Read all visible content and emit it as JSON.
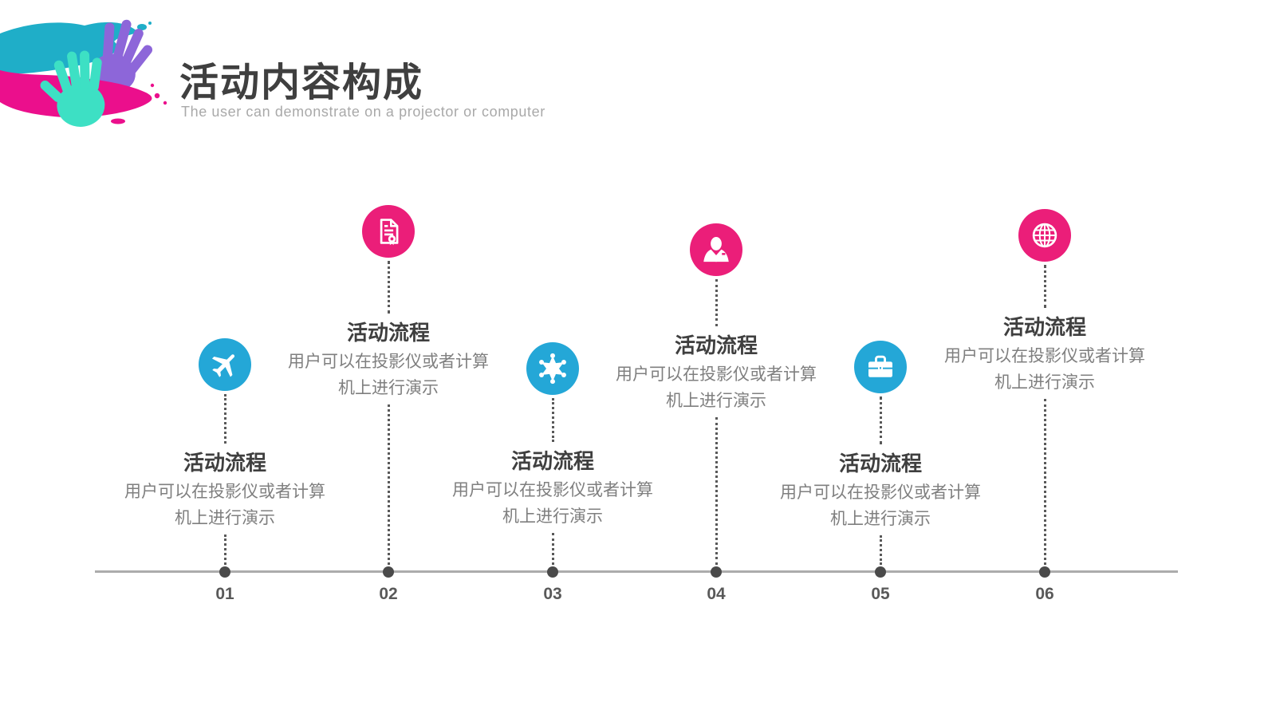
{
  "slide": {
    "title": "活动内容构成",
    "subtitle": "The user can demonstrate on a projector or computer"
  },
  "timeline": {
    "items": [
      {
        "number": "01",
        "icon": "airplane-icon",
        "accent": "blue",
        "heading": "活动流程",
        "desc_line1": "用户可以在投影仪或者计算",
        "desc_line2": "机上进行演示"
      },
      {
        "number": "02",
        "icon": "certificate-icon",
        "accent": "pink",
        "heading": "活动流程",
        "desc_line1": "用户可以在投影仪或者计算",
        "desc_line2": "机上进行演示"
      },
      {
        "number": "03",
        "icon": "sheriff-star-icon",
        "accent": "blue",
        "heading": "活动流程",
        "desc_line1": "用户可以在投影仪或者计算",
        "desc_line2": "机上进行演示"
      },
      {
        "number": "04",
        "icon": "businessman-icon",
        "accent": "pink",
        "heading": "活动流程",
        "desc_line1": "用户可以在投影仪或者计算",
        "desc_line2": "机上进行演示"
      },
      {
        "number": "05",
        "icon": "briefcase-icon",
        "accent": "blue",
        "heading": "活动流程",
        "desc_line1": "用户可以在投影仪或者计算",
        "desc_line2": "机上进行演示"
      },
      {
        "number": "06",
        "icon": "globe-icon",
        "accent": "pink",
        "heading": "活动流程",
        "desc_line1": "用户可以在投影仪或者计算",
        "desc_line2": "机上进行演示"
      }
    ]
  },
  "colors": {
    "accent_blue": "#24a7d7",
    "accent_pink": "#eb1e79",
    "title_text": "#3f3f3f",
    "subtitle_text": "#a9a9a9",
    "body_text": "#7f7f7f",
    "number_text": "#595959",
    "timeline_line": "#acacac",
    "timeline_dot": "#4a4a4a",
    "splash_cyan": "#1faec8",
    "splash_magenta": "#eb0f8c",
    "splash_purple": "#8d66d9",
    "splash_mint": "#3de0c4"
  }
}
